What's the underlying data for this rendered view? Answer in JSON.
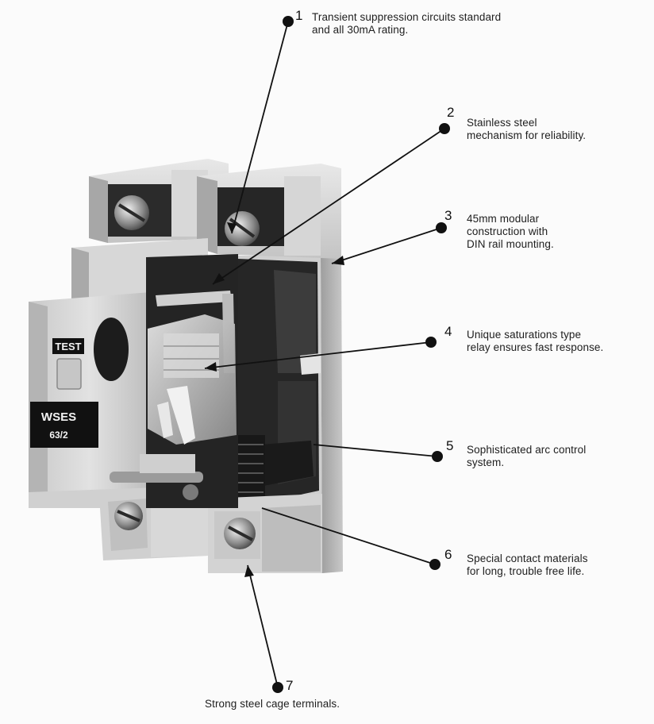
{
  "device": {
    "test_label": "TEST",
    "model_label": "WSES",
    "rating_label": "63/2"
  },
  "callouts": [
    {
      "number": "1",
      "lines": [
        "Transient suppression circuits standard",
        "and all 30mA rating."
      ]
    },
    {
      "number": "2",
      "lines": [
        "Stainless steel",
        "mechanism for reliability."
      ]
    },
    {
      "number": "3",
      "lines": [
        "45mm modular",
        "construction with",
        "DIN rail mounting."
      ]
    },
    {
      "number": "4",
      "lines": [
        "Unique saturations type",
        "relay ensures fast response."
      ]
    },
    {
      "number": "5",
      "lines": [
        "Sophisticated arc control",
        "system."
      ]
    },
    {
      "number": "6",
      "lines": [
        "Special contact materials",
        "for long, trouble free life."
      ]
    },
    {
      "number": "7",
      "lines": [
        "Strong steel cage terminals."
      ]
    }
  ],
  "colors": {
    "housing": "#d9d9d9",
    "housing_shadow": "#a9a9a9",
    "interior": "#2a2a2a",
    "leader": "#111111",
    "label_bg": "#111111"
  }
}
